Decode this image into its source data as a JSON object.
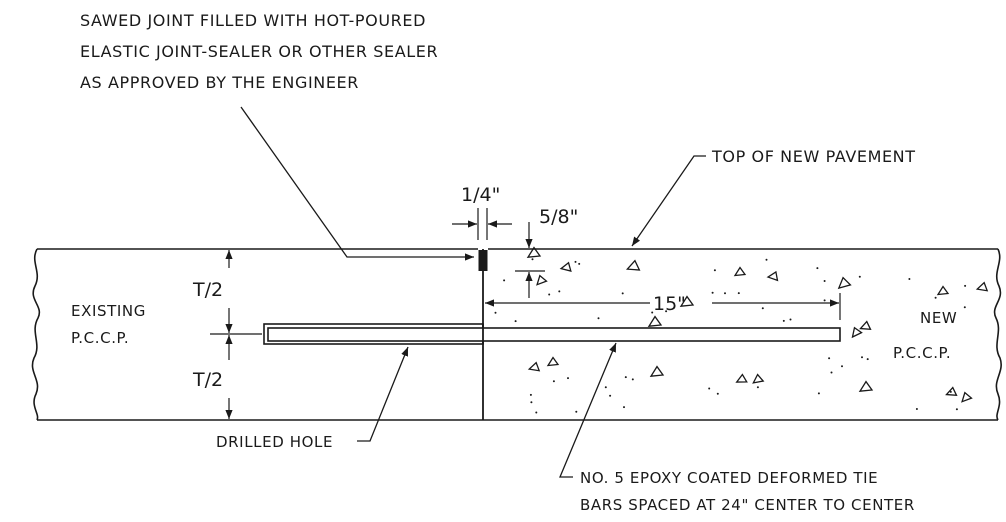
{
  "notes": {
    "sealer_lines": [
      "SAWED JOINT FILLED WITH HOT-POURED",
      "ELASTIC JOINT-SEALER OR OTHER SEALER",
      "AS APPROVED BY THE ENGINEER"
    ],
    "top_of_pavement": "TOP OF NEW PAVEMENT",
    "drilled_hole": "DRILLED HOLE",
    "tie_bar_lines": [
      "NO. 5 EPOXY COATED DEFORMED TIE",
      "BARS SPACED AT 24\" CENTER TO CENTER"
    ]
  },
  "dimensions": {
    "joint_width": "1/4\"",
    "seal_depth": "5/8\"",
    "bar_embed": "15\"",
    "upper_half": "T/2",
    "lower_half": "T/2"
  },
  "labels": {
    "existing_lines": [
      "EXISTING",
      "P.C.C.P."
    ],
    "new_lines": [
      "NEW",
      "P.C.C.P."
    ]
  },
  "colors": {
    "ink": "#1a1a1a",
    "paper": "#ffffff",
    "sealant": "#1a1a1a"
  }
}
